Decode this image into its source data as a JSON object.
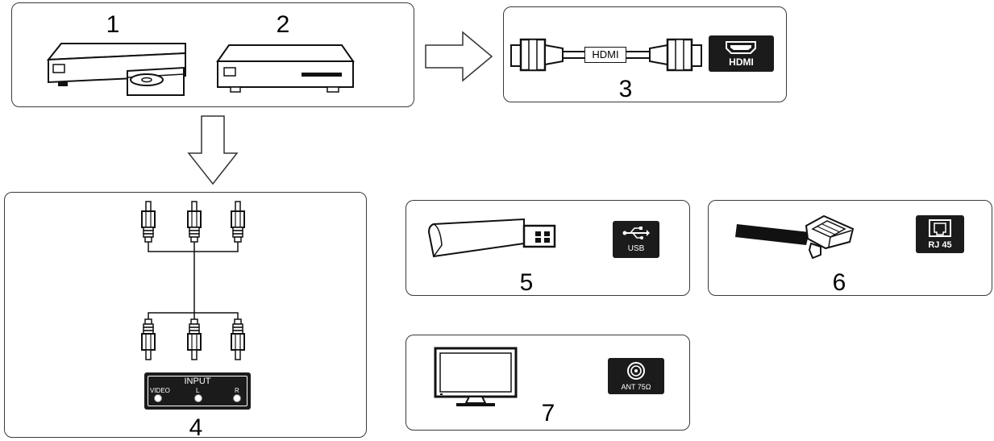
{
  "panels": {
    "sources": {
      "label_1": "1",
      "label_2": "2"
    },
    "hdmi": {
      "number": "3",
      "cable_label": "HDMI",
      "port_label": "HDMI"
    },
    "av": {
      "number": "4",
      "input_title": "INPUT",
      "port_video": "VIDEO",
      "port_l": "L",
      "port_r": "R"
    },
    "usb": {
      "number": "5",
      "port_label": "USB"
    },
    "lan": {
      "number": "6",
      "port_label": "RJ 45"
    },
    "antenna": {
      "number": "7",
      "port_label": "ANT 75Ω"
    }
  },
  "icons": {
    "arrow_right": "arrow-right-icon",
    "arrow_down": "arrow-down-icon",
    "dvd_player": "dvd-player-icon",
    "set_top_box": "set-top-box-icon",
    "hdmi_cable": "hdmi-cable-icon",
    "hdmi_port": "hdmi-port-icon",
    "rca_cable": "rca-cable-icon",
    "usb_stick": "usb-stick-icon",
    "usb_symbol": "usb-symbol-icon",
    "ethernet_cable": "ethernet-cable-icon",
    "rj45_port": "rj45-port-icon",
    "tv": "tv-icon",
    "coax_port": "coax-port-icon"
  },
  "colors": {
    "line": "#1a1a1a",
    "badge_bg": "#1b1b1b",
    "panel_border": "#3a3a3a"
  }
}
